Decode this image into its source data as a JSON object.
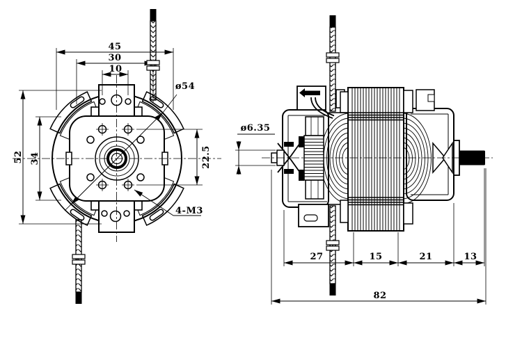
{
  "front_view": {
    "dim_mount_width_outer": "45",
    "dim_mount_width_middle": "30",
    "dim_mount_width_inner": "10",
    "dim_body_height": "52",
    "dim_core_height": "34",
    "dim_hole_spacing_vertical": "22.5",
    "callout_outer_diameter": "ø54",
    "callout_mounting_holes": "4-M3"
  },
  "side_view": {
    "callout_shaft_diameter": "ø6.35",
    "dim_segments": [
      "27",
      "15",
      "21",
      "13"
    ],
    "dim_overall_length": "82"
  },
  "colors": {
    "line": "#000000",
    "background": "#ffffff"
  }
}
